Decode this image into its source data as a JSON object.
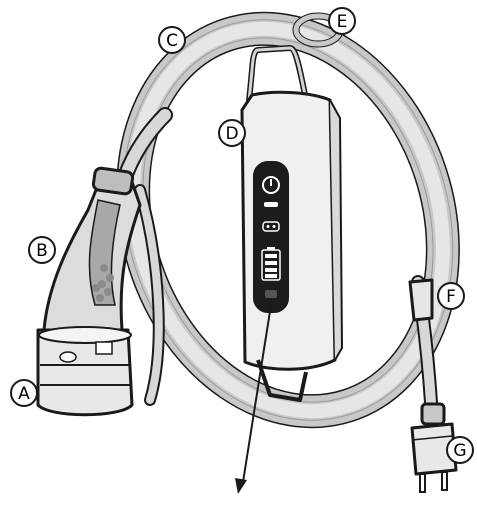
{
  "figure": {
    "background": "#ffffff",
    "line_color": "#1a1a1a",
    "cable_color": "#c8c8c8",
    "cable_inner_color": "#e6e6e6",
    "connector_color": "#dcdcdc",
    "box_color": "#f0f0f0",
    "panel_color": "#1c1c1c"
  },
  "callouts": [
    {
      "id": "A",
      "label": "A",
      "part": "connector-face"
    },
    {
      "id": "B",
      "label": "B",
      "part": "connector-handle"
    },
    {
      "id": "C",
      "label": "C",
      "part": "charging-cable"
    },
    {
      "id": "D",
      "label": "D",
      "part": "control-box"
    },
    {
      "id": "E",
      "label": "E",
      "part": "hanging-hook"
    },
    {
      "id": "F",
      "label": "F",
      "part": "cable-clip"
    },
    {
      "id": "G",
      "label": "G",
      "part": "power-plug"
    }
  ],
  "icons": [
    "power-icon",
    "status-light-icon",
    "charge-indicator-icon",
    "battery-icon"
  ]
}
